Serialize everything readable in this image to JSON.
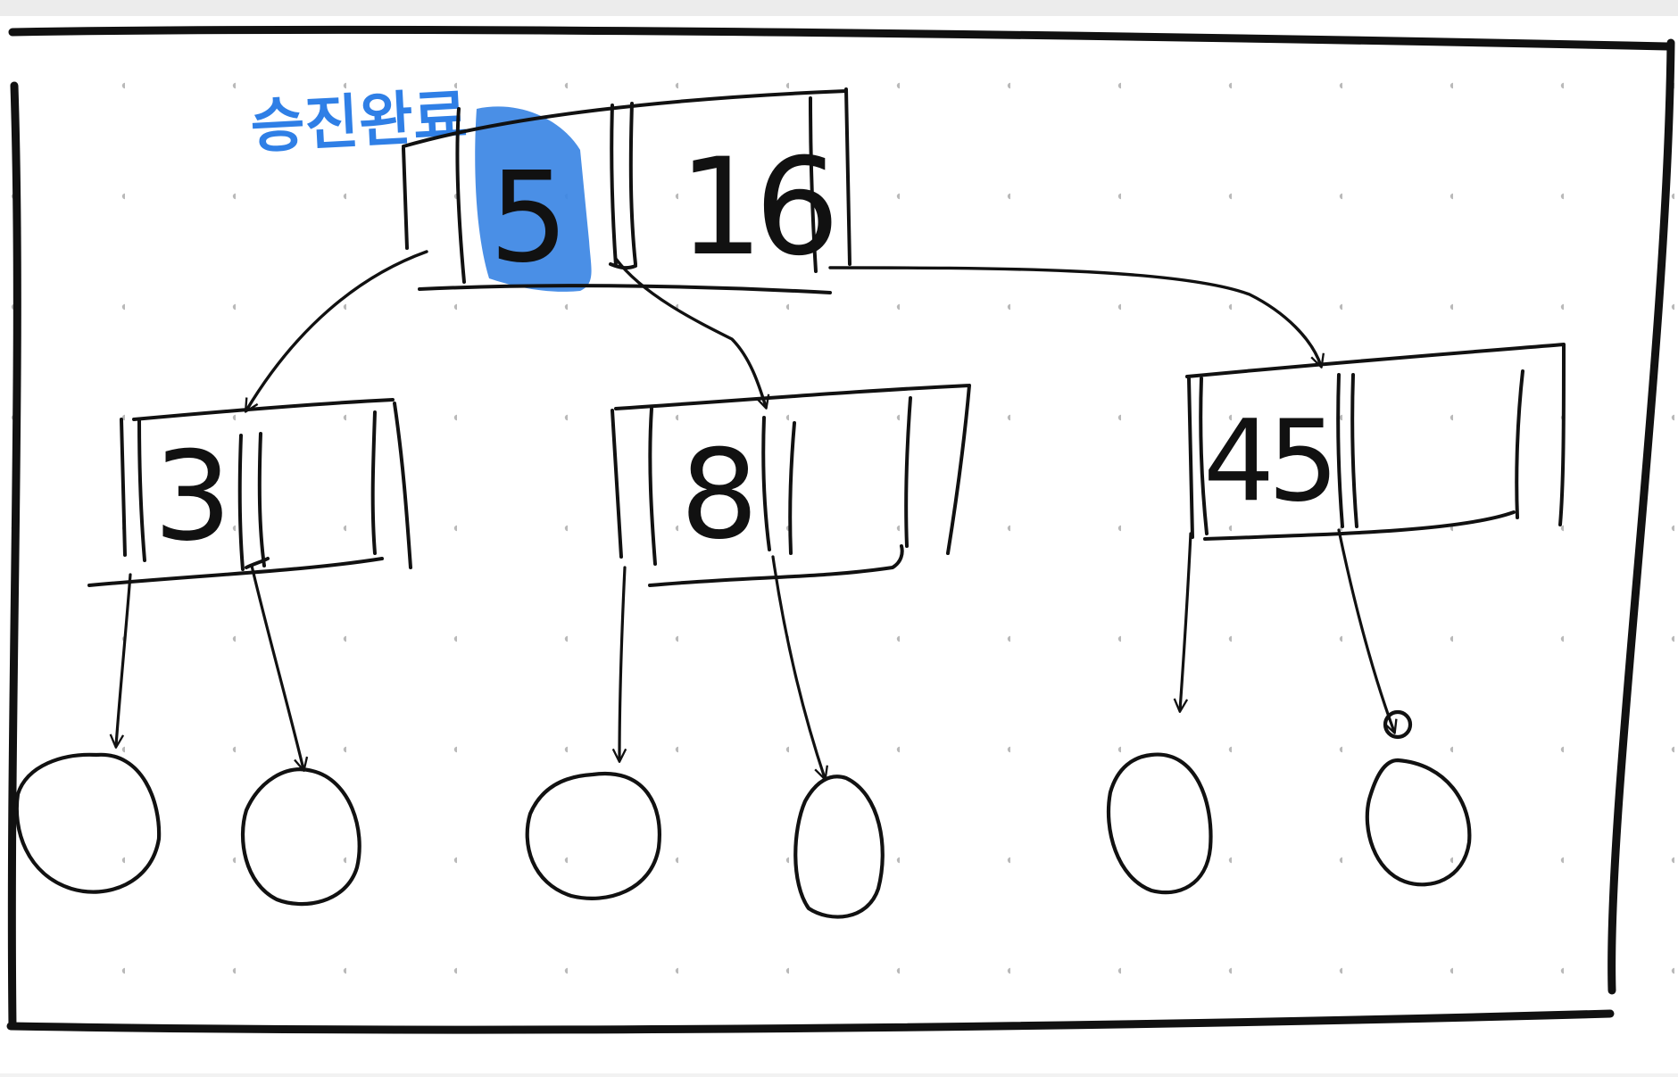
{
  "diagram": {
    "annotation": "승진완료",
    "root": {
      "keys": [
        "5",
        "16"
      ],
      "highlighted_key_index": 0
    },
    "children": [
      {
        "id": "left",
        "keys": [
          "3",
          ""
        ]
      },
      {
        "id": "middle",
        "keys": [
          "8",
          ""
        ]
      },
      {
        "id": "right",
        "keys": [
          "45",
          ""
        ]
      }
    ],
    "leaf_count": 6
  },
  "colors": {
    "ink": "#111111",
    "highlight": "#3b86e4",
    "annotation": "#2f7fe6",
    "dots": "#b9b9b9",
    "paper": "#ffffff"
  }
}
